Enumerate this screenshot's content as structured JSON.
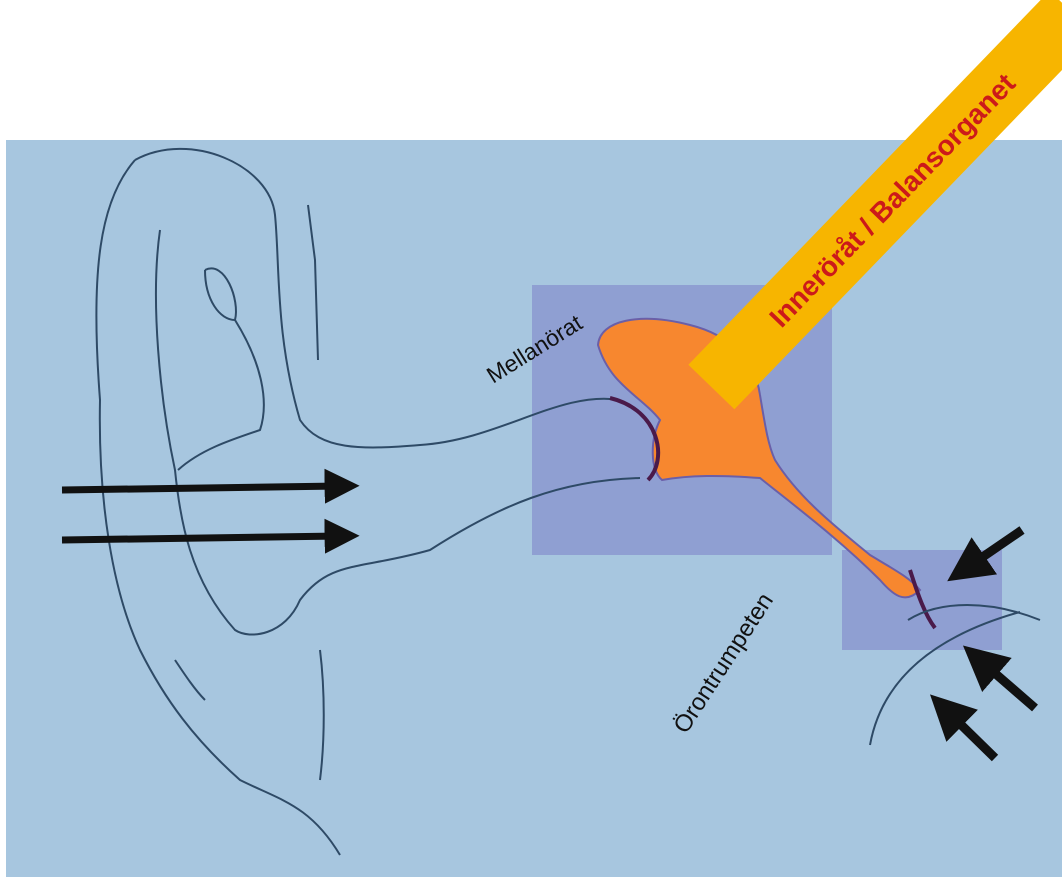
{
  "diagram": {
    "labels": {
      "middle_ear": "Mellanörat",
      "eustachian_tube": "Örontrumpeten",
      "inner_ear": "Inneröråt / Balansorganet"
    },
    "colors": {
      "background": "#a7c6df",
      "region_box": "#8f9fd2",
      "middle_ear_fill": "#f7872f",
      "banner_fill": "#f7b500",
      "banner_text": "#cc1a1a",
      "outline": "#2e4a66",
      "arrow": "#111111"
    },
    "icons": {
      "sound_arrows": "arrow-right-icon",
      "pressure_arrows": "arrow-down-left-icon"
    }
  }
}
